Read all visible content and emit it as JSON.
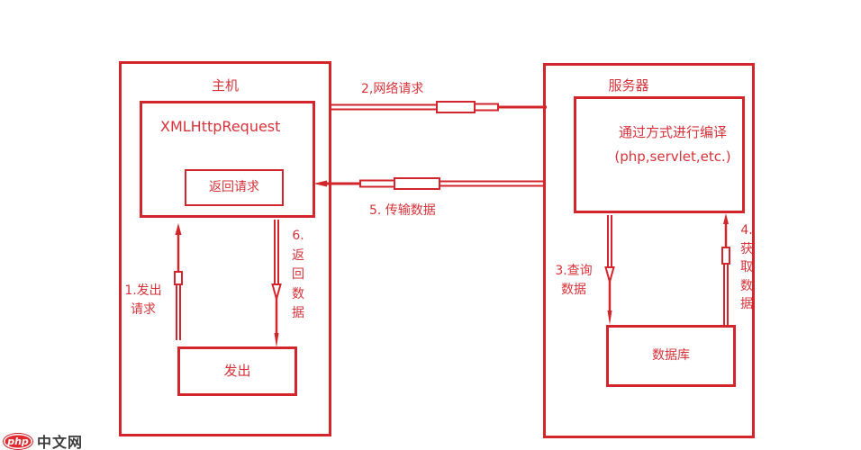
{
  "colors": {
    "accent_red": "#d2262c",
    "text_red": "#d5333a",
    "logo_red": "#e02a30",
    "logo_dark": "#3b3b3b"
  },
  "host": {
    "title": "主机",
    "xhr_label": "XMLHttpRequest",
    "return_request": "返回请求",
    "send": "发出"
  },
  "server": {
    "title": "服务器",
    "compile_line1": "通过方式进行编译",
    "compile_line2": "(php,servlet,etc.)",
    "database": "数据库"
  },
  "arrows": {
    "network_request": "2,网络请求",
    "transfer_data": "5. 传输数据",
    "send_request": "1.发出\n请求",
    "return_data": "6.\n返\n回\n数\n据",
    "query_data": "3.查询\n数据",
    "fetch_data": "4.\n获\n取\n数\n据"
  },
  "watermark": {
    "badge": "php",
    "site": "中文网"
  }
}
